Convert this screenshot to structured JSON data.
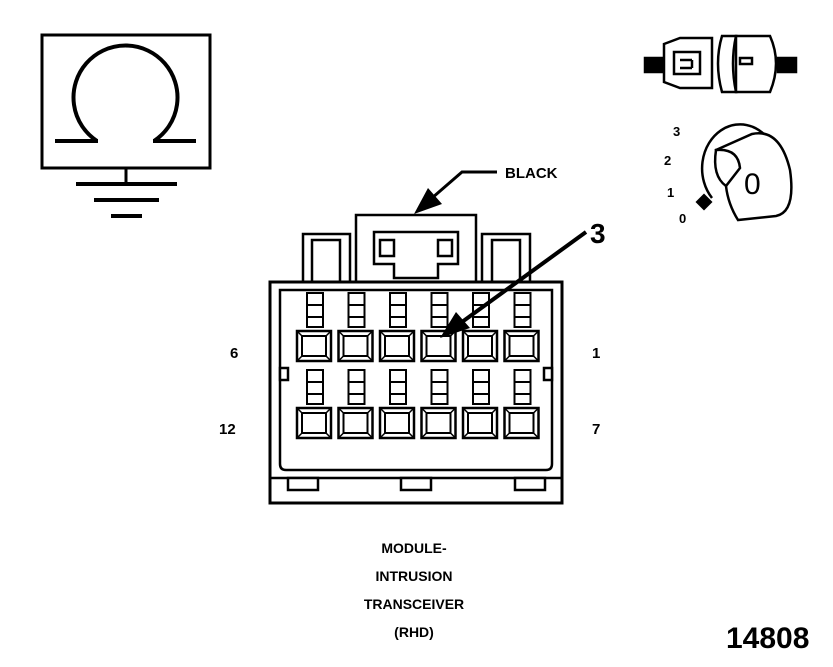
{
  "connector": {
    "color_label": "BLACK",
    "callout_number": "3",
    "pin_labels": {
      "top_left": "6",
      "top_right": "1",
      "bottom_left": "12",
      "bottom_right": "7"
    },
    "caption_lines": [
      "MODULE-",
      "INTRUSION",
      "TRANSCEIVER",
      "(RHD)"
    ],
    "rows": 2,
    "cols": 6
  },
  "ignition_key": {
    "positions": [
      "3",
      "2",
      "1",
      "0"
    ],
    "key_label": "0"
  },
  "figure_number": "14808",
  "icons": [
    "ohmmeter-ground-icon",
    "connector-plug-icon",
    "ignition-key-icon"
  ],
  "colors": {
    "ink": "#000000",
    "paper": "#ffffff"
  }
}
